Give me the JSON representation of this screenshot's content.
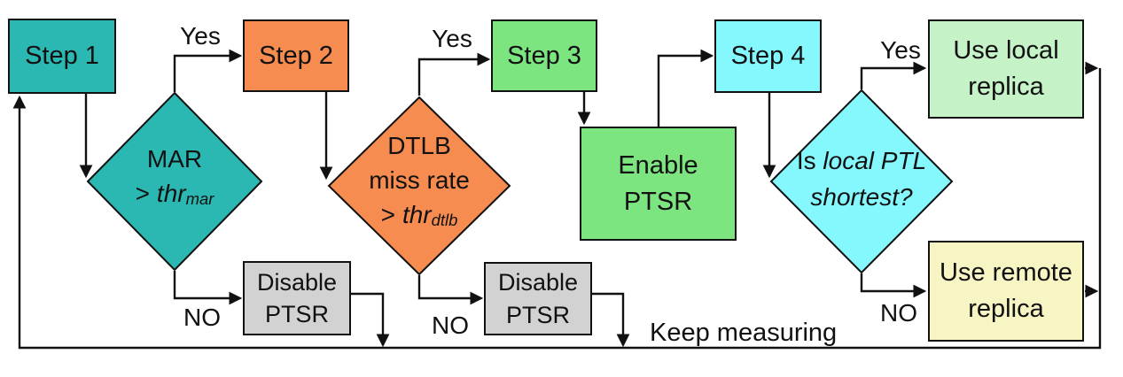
{
  "palette": {
    "teal": "#2bb8b3",
    "orange": "#f68c50",
    "green": "#7de57f",
    "cyan": "#84f8fc",
    "light_green": "#c6f2c7",
    "pale_yellow": "#f8f5c4",
    "gray": "#d2d2d2",
    "line": "#111111"
  },
  "nodes": {
    "step1": {
      "label": "Step 1"
    },
    "step2": {
      "label": "Step 2"
    },
    "step3": {
      "label": "Step 3"
    },
    "step4": {
      "label": "Step 4"
    },
    "enable_ptsr": {
      "label": "Enable\nPTSR"
    },
    "disable_ptsr_1": {
      "label": "Disable\nPTSR"
    },
    "disable_ptsr_2": {
      "label": "Disable\nPTSR"
    },
    "use_local_replica": {
      "label": "Use local\nreplica"
    },
    "use_remote_replica": {
      "label": "Use remote\nreplica"
    }
  },
  "decisions": {
    "mar": {
      "line1": "MAR",
      "op": ">",
      "var": "thr",
      "sub": "mar"
    },
    "dtlb": {
      "line1": "DTLB",
      "line2": "miss rate",
      "op": ">",
      "var": "thr",
      "sub": "dtlb"
    },
    "local_ptl": {
      "lead": "Is",
      "line1_italic": "local PTL",
      "line2_italic": "shortest?"
    }
  },
  "edge_labels": {
    "mar_yes": "Yes",
    "mar_no": "NO",
    "dtlb_yes": "Yes",
    "dtlb_no": "NO",
    "ptl_yes": "Yes",
    "ptl_no": "NO",
    "loop": "Keep measuring"
  }
}
